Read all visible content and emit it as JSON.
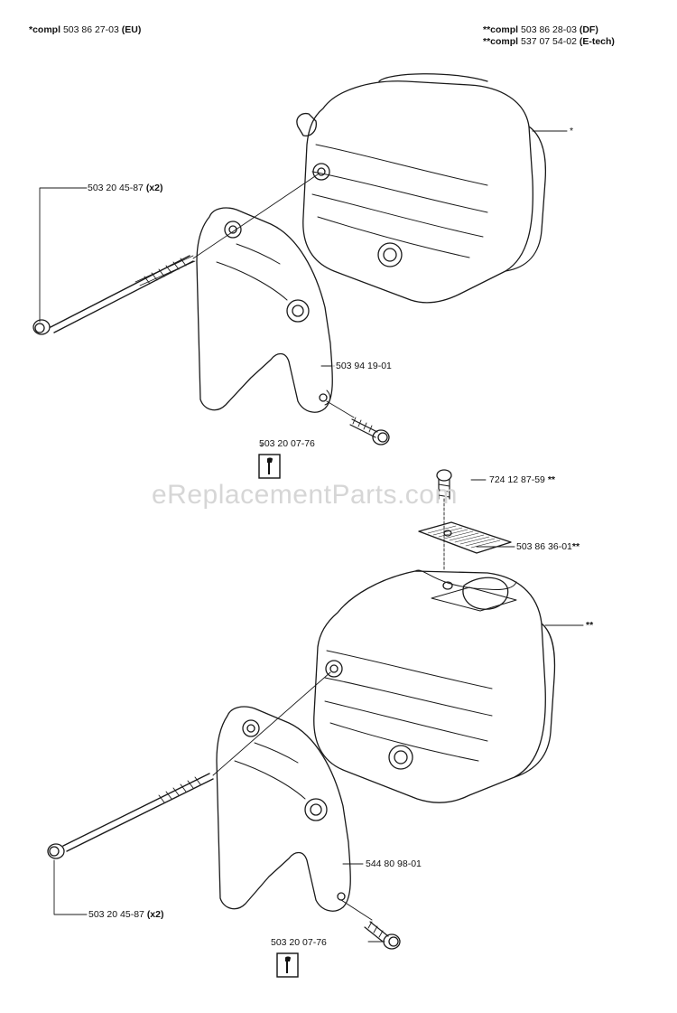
{
  "header": {
    "left": {
      "prefix": "*compl",
      "number": "503 86 27-03",
      "suffix": "(EU)"
    },
    "right": [
      {
        "prefix": "**compl",
        "number": "503 86 28-03",
        "suffix": "(DF)"
      },
      {
        "prefix": "**compl",
        "number": "537 07 54-02",
        "suffix": "(E-tech)"
      }
    ]
  },
  "watermark": "eReplacementParts.com",
  "top_assembly": {
    "muffler_marker": "*",
    "bolt": {
      "number": "503 20 45-87",
      "qty": "(x2)"
    },
    "bracket": {
      "number": "503 94 19-01"
    },
    "screw": {
      "number": "503 20 07-76"
    },
    "tool_icon": "wrench-icon"
  },
  "bottom_assembly": {
    "top_screw": {
      "number": "724 12 87-59",
      "marker": "**"
    },
    "screen": {
      "number": "503 86 36-01",
      "marker": "**"
    },
    "muffler_marker": "**",
    "bracket": {
      "number": "544 80 98-01"
    },
    "bolt": {
      "number": "503 20 45-87",
      "qty": "(x2)"
    },
    "screw": {
      "number": "503 20 07-76"
    },
    "tool_icon": "wrench-icon"
  }
}
